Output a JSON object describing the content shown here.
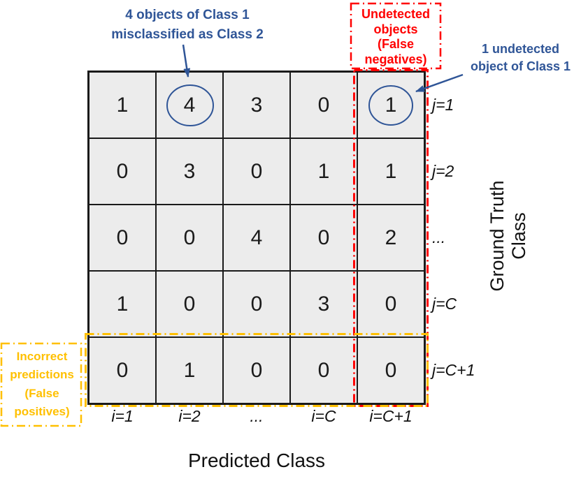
{
  "title": "Object detection confusion matrix diagram",
  "matrix": [
    [
      "1",
      "4",
      "3",
      "0",
      "1"
    ],
    [
      "0",
      "3",
      "0",
      "1",
      "1"
    ],
    [
      "0",
      "0",
      "4",
      "0",
      "2"
    ],
    [
      "1",
      "0",
      "0",
      "3",
      "0"
    ],
    [
      "0",
      "1",
      "0",
      "0",
      "0"
    ]
  ],
  "row_labels": [
    "j=1",
    "j=2",
    "...",
    "j=C",
    "j=C+1"
  ],
  "col_labels": [
    "i=1",
    "i=2",
    "...",
    "i=C",
    "i=C+1"
  ],
  "axes": {
    "x_title": "Predicted Class",
    "y_title": "Ground Truth Class"
  },
  "annotations": {
    "misclassified": "4 objects of Class 1\nmisclassified as Class 2",
    "undetected_box": "Undetected\nobjects\n(False\nnegatives)",
    "undetected_object": "1 undetected\nobject of Class 1",
    "false_positives": "Incorrect\npredictions\n(False\npositives)"
  },
  "colors": {
    "annotation_blue": "#2F5597",
    "false_negative_red": "#FF0000",
    "false_positive_yellow": "#FFC000",
    "cell_background": "#ECECEC",
    "grid_line": "#1A1A1A"
  },
  "chart_data": {
    "type": "heatmap",
    "title": "Confusion matrix",
    "xlabel": "Predicted Class",
    "ylabel": "Ground Truth Class",
    "x_categories": [
      "i=1",
      "i=2",
      "...",
      "i=C",
      "i=C+1"
    ],
    "y_categories": [
      "j=1",
      "j=2",
      "...",
      "j=C",
      "j=C+1"
    ],
    "values": [
      [
        1,
        4,
        3,
        0,
        1
      ],
      [
        0,
        3,
        0,
        1,
        1
      ],
      [
        0,
        0,
        4,
        0,
        2
      ],
      [
        1,
        0,
        0,
        3,
        0
      ],
      [
        0,
        1,
        0,
        0,
        0
      ]
    ]
  }
}
